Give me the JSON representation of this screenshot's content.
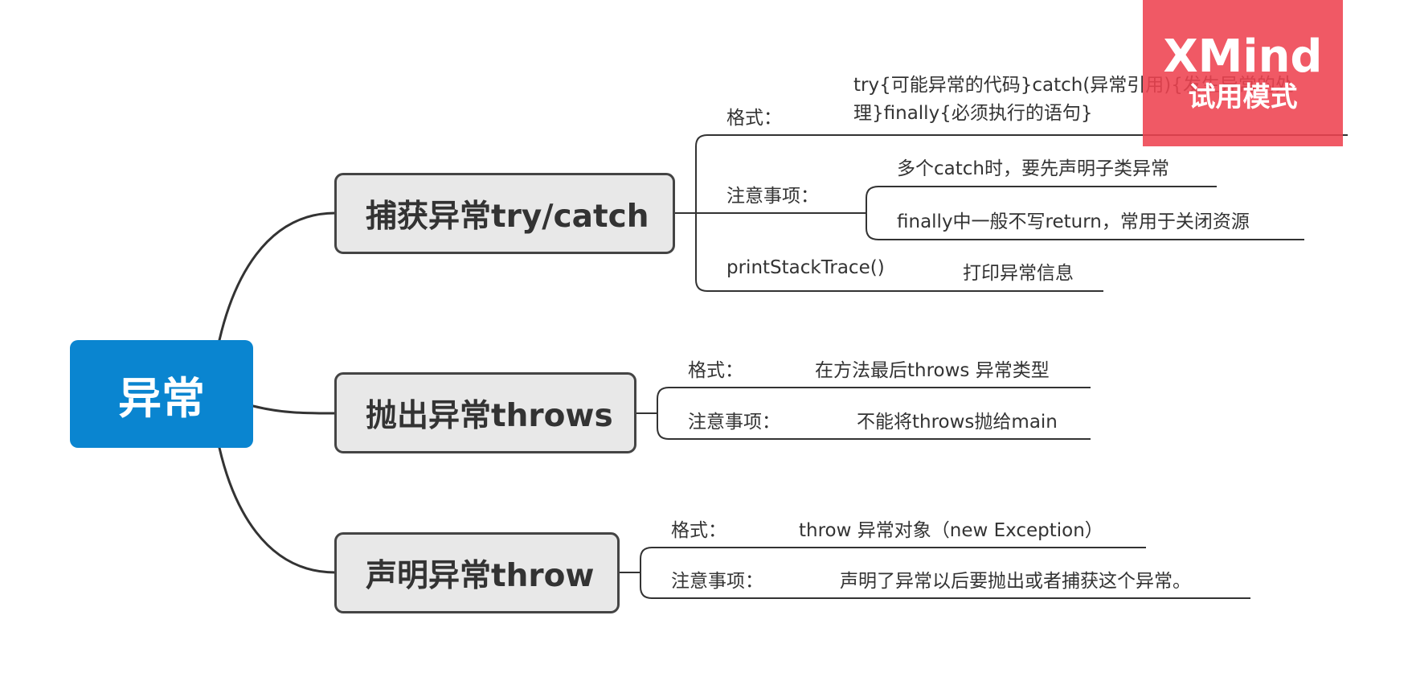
{
  "root": {
    "label": "异常"
  },
  "branches": [
    {
      "label": "捕获异常try/catch",
      "children": [
        {
          "label": "格式：",
          "value": "try{可能异常的代码}catch(异常引用){发生异常的处理}finally{必须执行的语句}"
        },
        {
          "label": "注意事项：",
          "values": [
            "多个catch时，要先声明子类异常",
            "finally中一般不写return，常用于关闭资源"
          ]
        },
        {
          "label": "printStackTrace()",
          "value": "打印异常信息"
        }
      ]
    },
    {
      "label": "抛出异常throws",
      "children": [
        {
          "label": "格式：",
          "value": "在方法最后throws 异常类型"
        },
        {
          "label": "注意事项：",
          "value": "不能将throws抛给main"
        }
      ]
    },
    {
      "label": "声明异常throw",
      "children": [
        {
          "label": "格式：",
          "value": "throw 异常对象（new Exception）"
        },
        {
          "label": "注意事项：",
          "value": "声明了异常以后要抛出或者捕获这个异常。"
        }
      ]
    }
  ],
  "watermark": {
    "brand": "XMind",
    "mode": "试用模式"
  },
  "colors": {
    "root": "#0a85d0",
    "branch_fill": "#e8e8e8",
    "line": "#333333",
    "watermark": "#ee4250"
  }
}
